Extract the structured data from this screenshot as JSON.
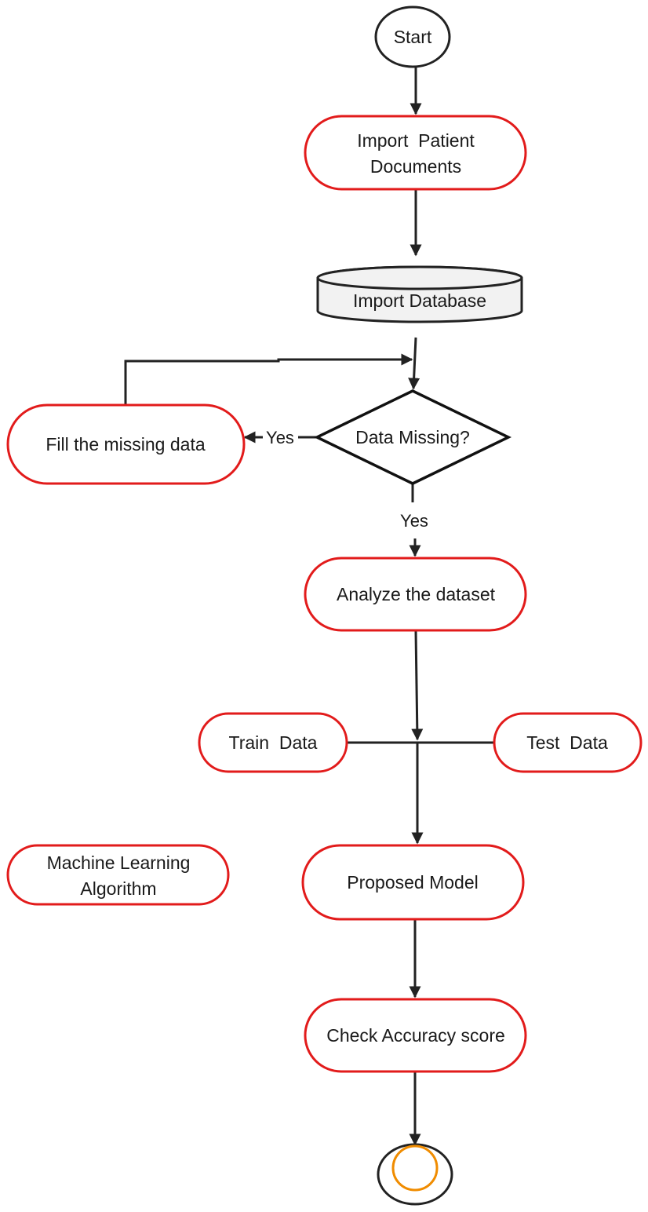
{
  "colors": {
    "node_border": "#e21b1b",
    "line": "#222222",
    "database_fill": "#f2f2f2",
    "end_ring": "#f08c00"
  },
  "nodes": {
    "start": "Start",
    "import_patient_documents": [
      "Import  Patient",
      "Documents"
    ],
    "import_database": "Import Database",
    "data_missing": "Data Missing?",
    "fill_missing_data": "Fill the missing data",
    "analyze_dataset": "Analyze the dataset",
    "train_data": "Train  Data",
    "test_data": "Test  Data",
    "machine_learning_algorithm": [
      "Machine Learning",
      "Algorithm"
    ],
    "proposed_model": "Proposed Model",
    "check_accuracy_score": "Check Accuracy score"
  },
  "edge_labels": {
    "left_yes": "Yes",
    "down_yes": "Yes"
  },
  "end_icon": "end-circle-icon"
}
